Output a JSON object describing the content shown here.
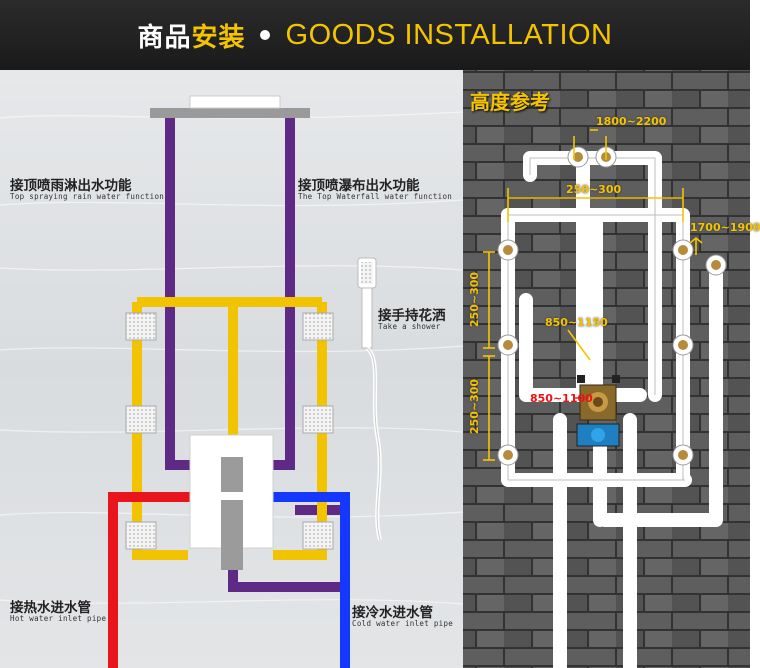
{
  "header": {
    "title_cn_part1": "商品",
    "title_cn_part2": "安装",
    "title_en": "GOODS INSTALLATION"
  },
  "left_diagram": {
    "labels": {
      "top_rain_cn": "接顶喷雨淋出水功能",
      "top_rain_en": "Top spraying rain water function",
      "top_waterfall_cn": "接顶喷瀑布出水功能",
      "top_waterfall_en": "The Top Waterfall water function",
      "hand_shower_cn": "接手持花洒",
      "hand_shower_en": "Take a shower",
      "hot_inlet_cn": "接热水进水管",
      "hot_inlet_en": "Hot water inlet pipe",
      "cold_inlet_cn": "接冷水进水管",
      "cold_inlet_en": "Cold water inlet pipe"
    },
    "colors": {
      "purple": "#5e2a86",
      "yellow": "#f2c300",
      "red": "#e8161c",
      "blue": "#1438ff"
    }
  },
  "right_diagram": {
    "title": "高度参考",
    "dimensions": {
      "d_1800_2200": "1800~2200",
      "d_250_300_h": "250~300",
      "d_1700_1900": "1700~1900",
      "d_250_300_v1": "250~300",
      "d_250_300_v2": "250~300",
      "d_850_1150": "850~1150",
      "d_850_1100": "850~1100"
    },
    "colors": {
      "dim_yellow": "#f5c400",
      "dim_red": "#e11111"
    }
  }
}
